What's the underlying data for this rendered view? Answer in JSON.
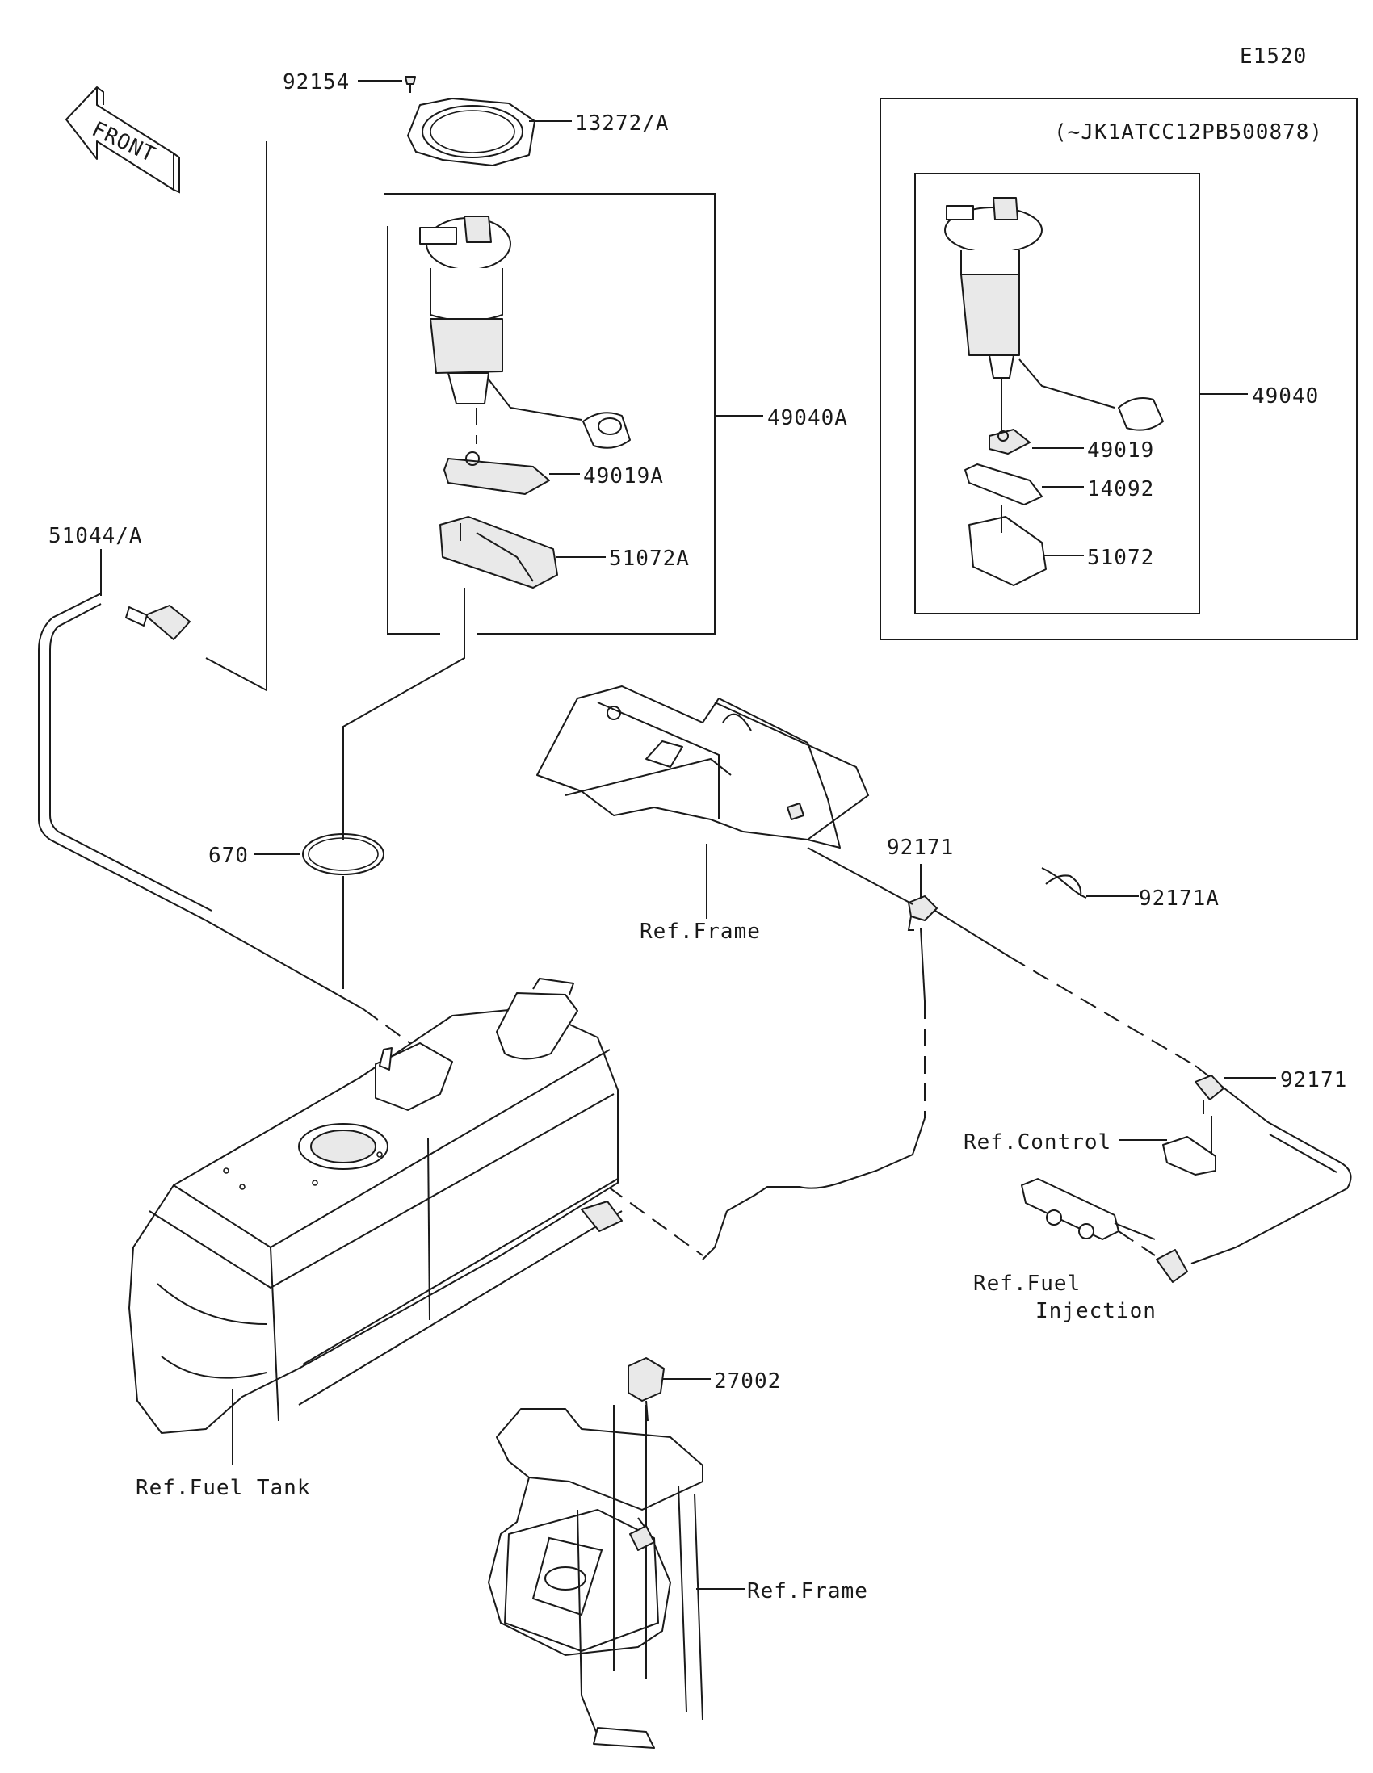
{
  "diagram": {
    "code": "E1520",
    "front_arrow_label": "FRONT",
    "serial_note": "(~JK1ATCC12PB500878)",
    "parts": {
      "p92154": "92154",
      "p13272a": "13272/A",
      "p49040a": "49040A",
      "p49019a": "49019A",
      "p51072a": "51072A",
      "p51044a": "51044/A",
      "p670": "670",
      "p49040": "49040",
      "p49019": "49019",
      "p14092": "14092",
      "p51072": "51072",
      "p92171_top": "92171",
      "p92171a": "92171A",
      "p92171_right": "92171",
      "p27002": "27002"
    },
    "refs": {
      "frame_upper": "Ref.Frame",
      "control": "Ref.Control",
      "fuel_injection_1": "Ref.Fuel",
      "fuel_injection_2": "Injection",
      "fuel_tank": "Ref.Fuel Tank",
      "frame_lower": "Ref.Frame"
    }
  }
}
